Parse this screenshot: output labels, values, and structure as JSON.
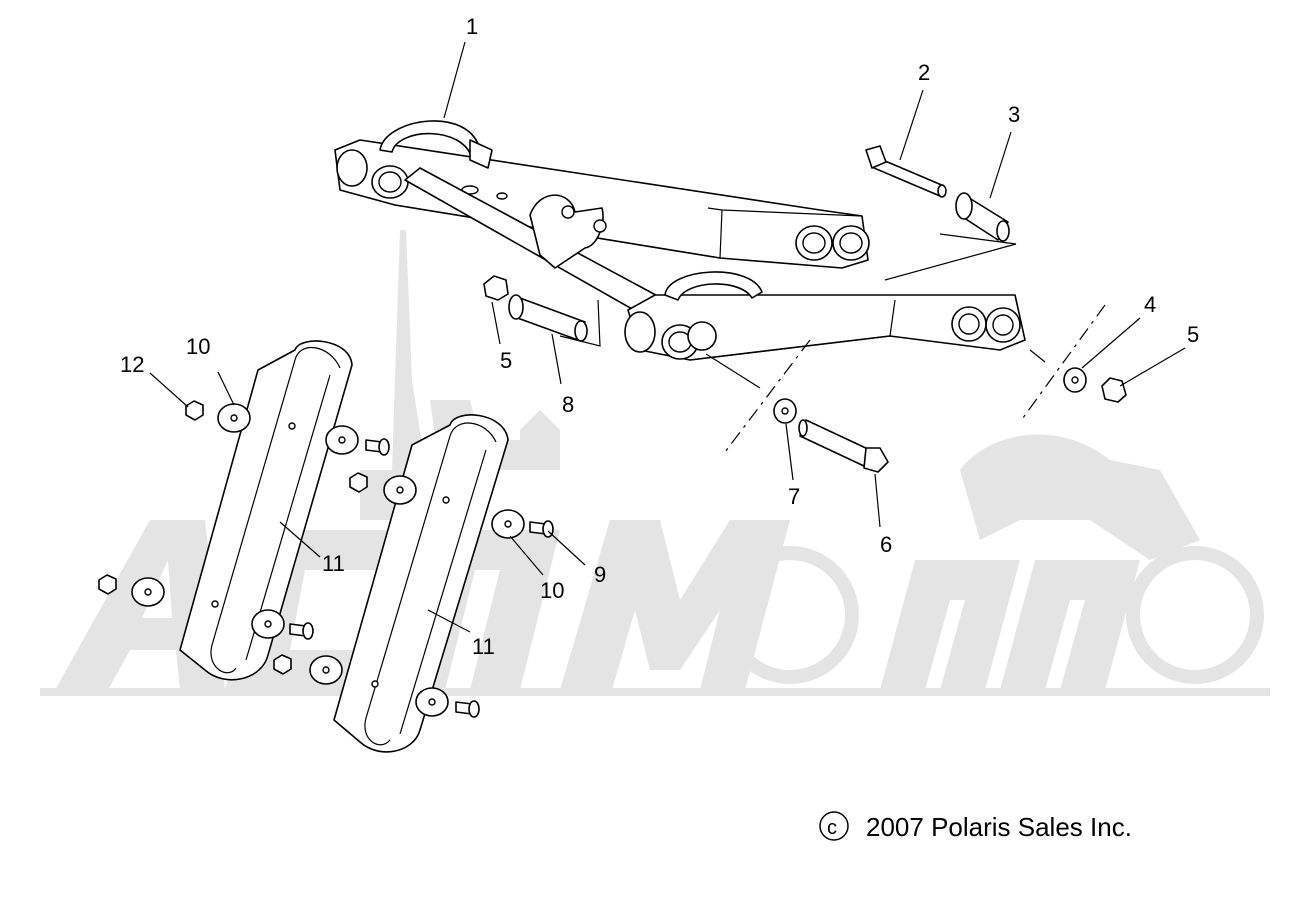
{
  "callouts": [
    {
      "id": "1",
      "label": "1"
    },
    {
      "id": "2",
      "label": "2"
    },
    {
      "id": "3",
      "label": "3"
    },
    {
      "id": "4",
      "label": "4"
    },
    {
      "id": "5a",
      "label": "5"
    },
    {
      "id": "5b",
      "label": "5"
    },
    {
      "id": "6",
      "label": "6"
    },
    {
      "id": "7",
      "label": "7"
    },
    {
      "id": "8",
      "label": "8"
    },
    {
      "id": "9",
      "label": "9"
    },
    {
      "id": "10a",
      "label": "10"
    },
    {
      "id": "10b",
      "label": "10"
    },
    {
      "id": "11a",
      "label": "11"
    },
    {
      "id": "11b",
      "label": "11"
    },
    {
      "id": "12",
      "label": "12"
    }
  ],
  "copyright": {
    "symbol": "c",
    "text": "2007 Polaris Sales Inc."
  },
  "watermark": {
    "text": "AcuMoto"
  }
}
